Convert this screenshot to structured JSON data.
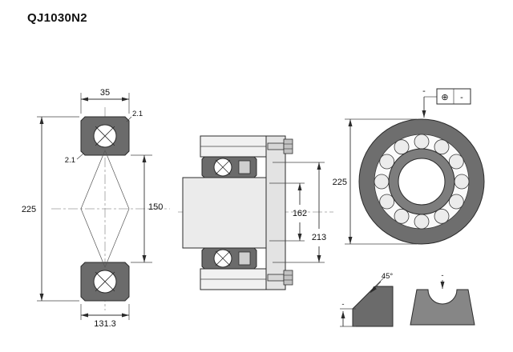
{
  "title": "QJ1030N2",
  "colors": {
    "ring_dark": "#6b6b6b",
    "part_light": "#ebebeb",
    "line": "#2b2b2b",
    "background": "#ffffff"
  },
  "cross_section_view": {
    "dim_width": "35",
    "chamfer_top_right": "2.1",
    "chamfer_left": "2.1",
    "dim_outer_diameter": "225",
    "dim_bore": "150",
    "dim_bottom": "131.3"
  },
  "mounting_view": {
    "dim_shaft_abutment": "162",
    "dim_housing_abutment": "213"
  },
  "front_view": {
    "dim_outer_diameter": "225",
    "datum_dash": "-",
    "tolerance_symbol": "⊕",
    "tolerance_value": "-"
  },
  "chamfer_detail": {
    "angle": "45°",
    "dim_dash": "-"
  },
  "groove_detail": {
    "dim_dash": "-"
  }
}
